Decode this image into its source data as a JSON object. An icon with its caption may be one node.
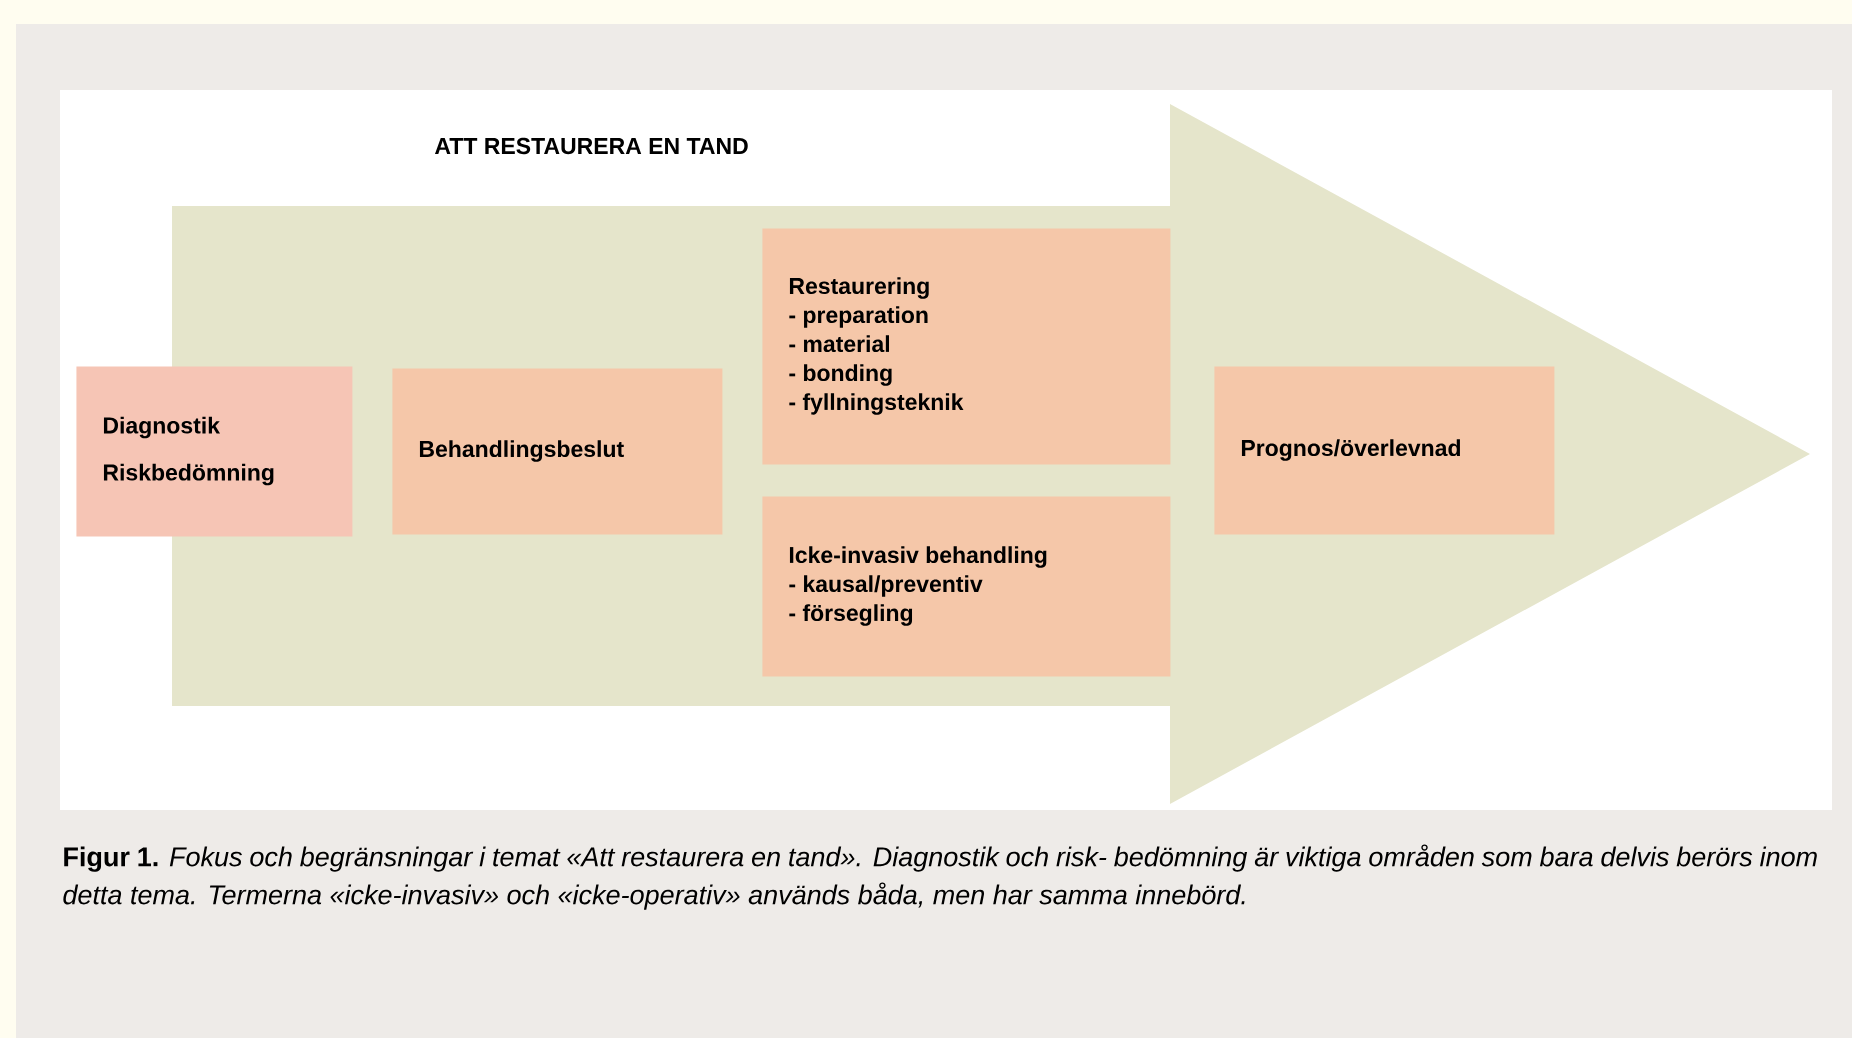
{
  "diagram": {
    "title": "ATT RESTAURERA EN TAND",
    "caption": "**Figur 1.** *Fokus och begränsningar i temat «Att restaurera en tand». Diagnostik och risk- bedömning är viktiga områden som bara delvis berörs inom detta tema. Termerna «icke-invasiv» och «icke-operativ» används båda, men har samma innebörd.*",
    "nodes": [
      {
        "text": [],
        "shape": "arrow"
      },
      {
        "text": [
          "Diagnostik",
          "Riskbedömning"
        ]
      },
      {
        "text": [
          "Behandlingsbeslut"
        ],
        "in": 0
      },
      {
        "text": [
          "Restaurering",
          "- preparation",
          "- material",
          "- bonding",
          "- fyllningsteknik"
        ],
        "in": 0
      },
      {
        "text": [
          "Icke-invasiv behandling",
          "- kausal/preventiv",
          "- försegling"
        ],
        "in": 0
      },
      {
        "text": [
          "Prognos/överlevnad"
        ],
        "in": 0
      }
    ]
  }
}
